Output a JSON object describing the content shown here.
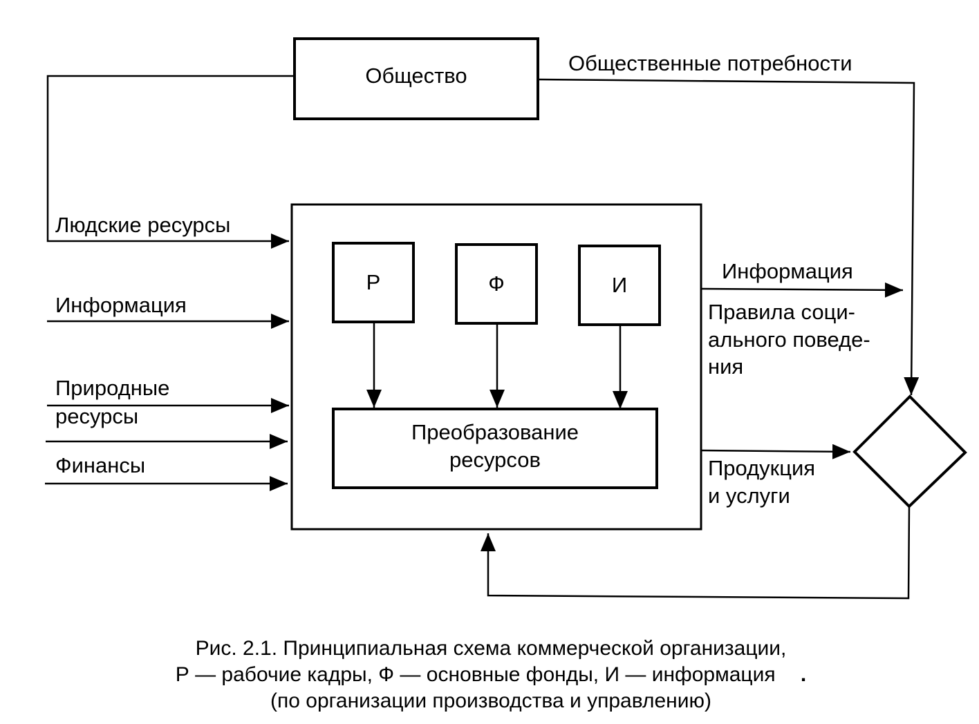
{
  "nodes": {
    "society": "Общество",
    "r": "Р",
    "f": "Ф",
    "i": "И",
    "transform_line1": "Преобразование",
    "transform_line2": "ресурсов"
  },
  "inputs": {
    "human": "Людские ресурсы",
    "information": "Информация",
    "natural_line1": "Природные",
    "natural_line2": "ресурсы",
    "finance": "Финансы"
  },
  "outputs": {
    "social_needs": "Общественные потребности",
    "information": "Информация",
    "rules_line1": "Правила соци-",
    "rules_line2": "ального поведе-",
    "rules_line3": "ния",
    "products_line1": "Продукция",
    "products_line2": "и услуги"
  },
  "caption": {
    "line1": "Рис. 2.1. Принципиальная схема коммерческой организации,",
    "line2": "Р — рабочие кадры, Ф — основные фонды, И — информация",
    "line3": "(по организации производства и управлению)",
    "stray_mark": "."
  }
}
